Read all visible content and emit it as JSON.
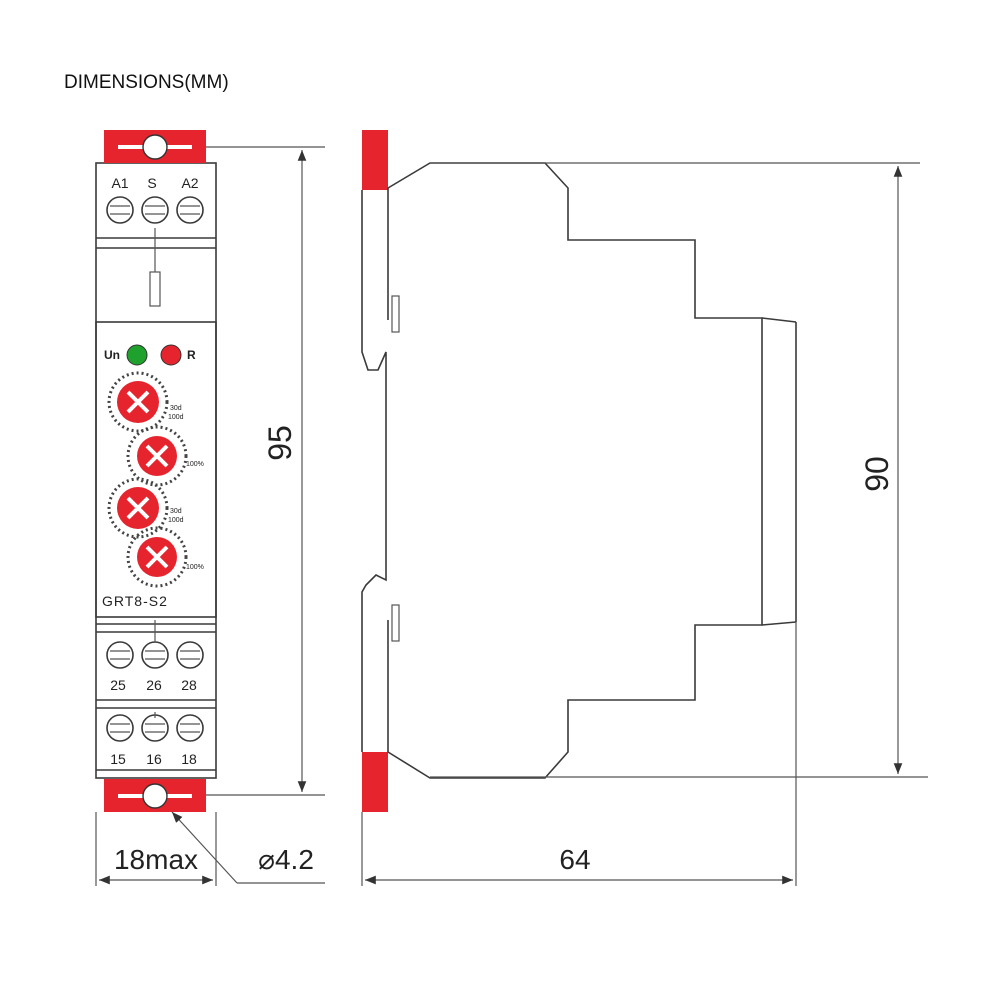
{
  "title": "DIMENSIONS(MM)",
  "front_view": {
    "top_terminals": [
      "A1",
      "S",
      "A2"
    ],
    "led_labels": {
      "power": "Un",
      "relay": "R"
    },
    "model": "GRT8-S2",
    "middle_terminals": [
      "25",
      "26",
      "28"
    ],
    "bottom_terminals": [
      "15",
      "16",
      "18"
    ],
    "dial_marks": {
      "range_a": "30d",
      "range_b": "100d",
      "percent": "100%"
    },
    "colors": {
      "accent": "#e5242e",
      "power_led": "#1fa12e",
      "relay_led": "#e5242e"
    }
  },
  "dimensions": {
    "height_front": "95",
    "height_side": "90",
    "width": "18max",
    "depth": "64",
    "hole": "⌀4.2"
  }
}
